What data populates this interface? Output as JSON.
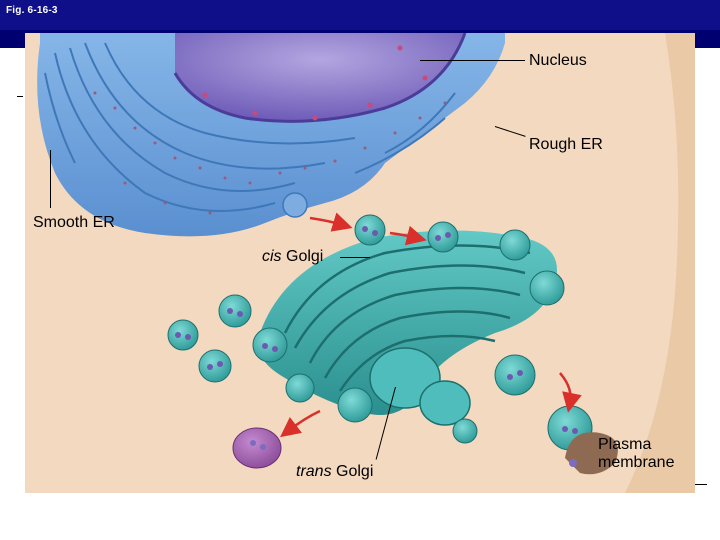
{
  "header": {
    "figure_id": "Fig. 6-16-3"
  },
  "labels": {
    "nucleus": "Nucleus",
    "rough_er": "Rough ER",
    "smooth_er": "Smooth ER",
    "cis_golgi_italic": "cis",
    "cis_golgi_rest": " Golgi",
    "trans_golgi_italic": "trans",
    "trans_golgi_rest": " Golgi",
    "plasma_line1": "Plasma",
    "plasma_line2": "membrane"
  },
  "colors": {
    "banner": "#0f0f8a",
    "background_cell": "#f2d7bb",
    "er": "#6f9fd8",
    "nucleus": "#8a78c8",
    "golgi": "#3aa9a8",
    "vesicle_purple": "#9b5aa8",
    "arrow": "#d9302c"
  }
}
